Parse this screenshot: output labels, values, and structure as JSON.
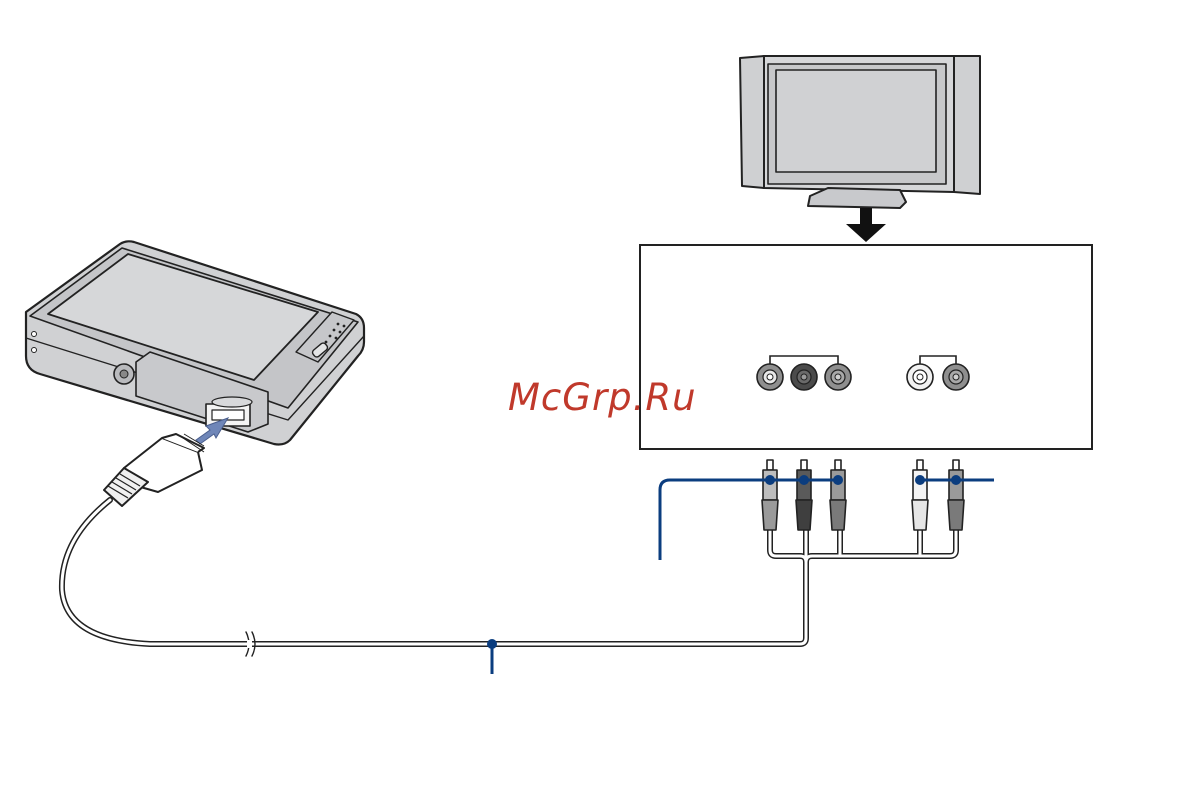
{
  "watermark": {
    "text": "McGrp.Ru"
  },
  "colors": {
    "callout": "#0b3d7f",
    "device_body": "#d0d1d3",
    "device_outline": "#222222",
    "arrow_fill": "#6f86b8",
    "jack_dark": "#4b4b4b",
    "jack_mid": "#8f8f8f",
    "jack_light": "#f2f2f2"
  },
  "devices": {
    "camera": "digital-camera",
    "tv": "flat-screen-tv",
    "panel": "tv-input-panel",
    "cable": "av-cable"
  },
  "connectors": {
    "video_group_jacks": [
      "light-gray",
      "dark-gray",
      "gray"
    ],
    "audio_group_jacks": [
      "white",
      "gray"
    ],
    "plugs": [
      "light-gray",
      "dark-gray",
      "gray",
      "white",
      "gray"
    ]
  }
}
